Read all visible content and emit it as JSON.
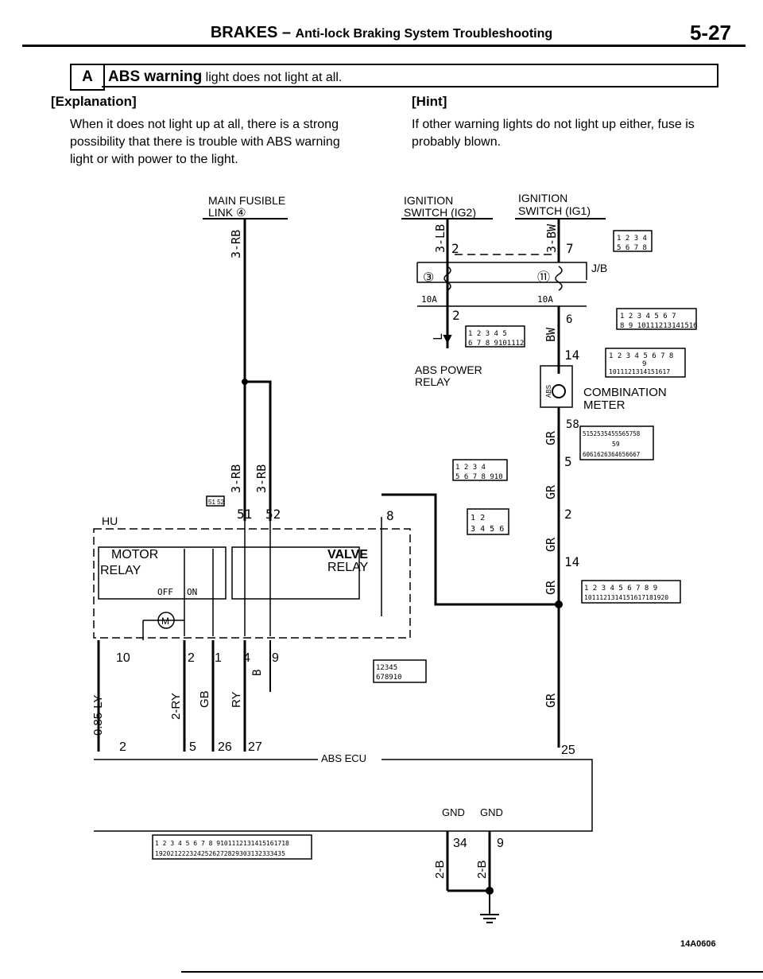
{
  "header": {
    "title_main": "BRAKES",
    "title_dash": " – ",
    "title_sub": "Anti-lock Braking System Troubleshooting",
    "page_number": "5-27"
  },
  "section": {
    "code": "A",
    "title_bold": "ABS warning",
    "title_rest": " light does not light at all."
  },
  "explanation": {
    "heading": "[Explanation]",
    "lines": [
      "When it does not light up at all, there is a strong",
      "possibility that there is trouble with ABS warning",
      "light or with power to the light."
    ]
  },
  "hint": {
    "heading": "[Hint]",
    "lines": [
      "If other warning lights do not light up either, fuse is",
      "probably blown."
    ]
  },
  "diagram": {
    "main_fusible_link": [
      "MAIN FUSIBLE",
      "LINK ④"
    ],
    "ign_ig2": [
      "IGNITION",
      "SWITCH (IG2)"
    ],
    "ign_ig1": [
      "IGNITION",
      "SWITCH (IG1)"
    ],
    "jb": "J/B",
    "fuse3": "③",
    "fuse11": "⑪",
    "amp1": "10A",
    "amp2": "10A",
    "abs_power_relay": [
      "ABS POWER",
      "RELAY"
    ],
    "combination_meter": [
      "COMBINATION",
      "METER"
    ],
    "hu": "HU",
    "motor_relay": [
      "MOTOR",
      "RELAY"
    ],
    "off": "OFF",
    "on": "ON",
    "valve_relay": [
      "VALVE",
      "RELAY"
    ],
    "motor_symbol": "M",
    "abs_ecu": "ABS ECU",
    "gnd1": "GND",
    "gnd2": "GND",
    "abs_lamp": "ABS",
    "wires": {
      "rb_main": "3-RB",
      "lb": "3-LB",
      "bw3": "3-BW",
      "l": "L",
      "bw": "BW",
      "rb1": "3-RB",
      "rb2": "3-RB",
      "gr1": "GR",
      "gr2": "GR",
      "gr3": "GR",
      "gr4": "GR",
      "gr5": "GR",
      "ly": "0.85-LY",
      "ry2": "2-RY",
      "gb": "GB",
      "ry": "RY",
      "b": "B",
      "b2_1": "2-B",
      "b2_2": "2-B"
    },
    "pins": {
      "p2_ig": "2",
      "p7": "7",
      "p2_relay": "2",
      "p6": "6",
      "p14": "14",
      "p58": "58",
      "p5": "5",
      "p2_b": "2",
      "p14_b": "14",
      "p8": "8",
      "p51": "51",
      "p52": "52",
      "p10": "10",
      "p2_hu": "2",
      "p1": "1",
      "p4": "4",
      "p9": "9",
      "p2_ecu": "2",
      "p5_ecu": "5",
      "p26": "26",
      "p27": "27",
      "p25": "25",
      "p34": "34",
      "p9_g": "9"
    },
    "conn_7": [
      "1",
      "2",
      "3",
      "4",
      "5",
      "6",
      "7",
      "8"
    ],
    "conn_16": [
      "1",
      "2",
      "3",
      "4",
      "5",
      "6",
      "7",
      "8",
      "9",
      "10",
      "11",
      "12",
      "13",
      "14",
      "15",
      "16"
    ],
    "conn_17": [
      "1",
      "2",
      "3",
      "4",
      "5",
      "6",
      "7",
      "8",
      "9",
      "10",
      "11",
      "12",
      "13",
      "14",
      "15",
      "16",
      "17"
    ],
    "conn_meter_top": [
      "51",
      "52",
      "53",
      "54",
      "55",
      "56",
      "57",
      "58"
    ],
    "conn_meter_mid": "59",
    "conn_meter_bot": [
      "60",
      "61",
      "62",
      "63",
      "64",
      "65",
      "66",
      "67"
    ],
    "conn_12": [
      "1",
      "2",
      "3",
      "4",
      "5",
      "6",
      "7",
      "8",
      "9",
      "10",
      "11",
      "12"
    ],
    "conn_10": [
      "1",
      "2",
      "3",
      "4",
      "5",
      "6",
      "7",
      "8",
      "9",
      "10"
    ],
    "conn_6": [
      "1",
      "2",
      "3",
      "4",
      "5",
      "6"
    ],
    "conn_20": [
      "1",
      "2",
      "3",
      "4",
      "5",
      "6",
      "7",
      "8",
      "9",
      "10",
      "11",
      "12",
      "13",
      "14",
      "15",
      "16",
      "17",
      "18",
      "19",
      "20"
    ],
    "conn_5152": "51 52",
    "conn_hu10": [
      "1",
      "2",
      "3",
      "4",
      "5",
      "6",
      "7",
      "8",
      "9",
      "10"
    ],
    "conn_35": [
      "1",
      "2",
      "3",
      "4",
      "5",
      "6",
      "7",
      "8",
      "9",
      "10",
      "11",
      "12",
      "13",
      "14",
      "15",
      "16",
      "17",
      "18",
      "19",
      "20",
      "21",
      "22",
      "23",
      "24",
      "25",
      "26",
      "27",
      "28",
      "29",
      "30",
      "31",
      "32",
      "33",
      "34",
      "35"
    ]
  },
  "figure_code": "14A0606"
}
